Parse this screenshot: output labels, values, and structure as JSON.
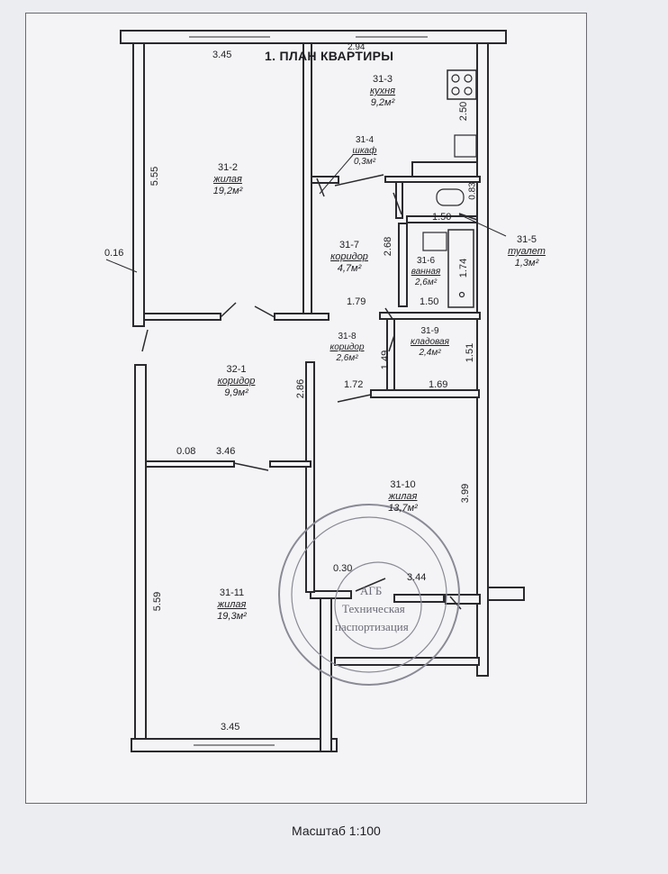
{
  "title": "1. ПЛАН КВАРТИРЫ",
  "scale": "Масштаб 1:100",
  "rooms": [
    {
      "id": "31-2",
      "type": "жилая",
      "area": "19,2м²"
    },
    {
      "id": "31-3",
      "type": "кухня",
      "area": "9,2м²"
    },
    {
      "id": "31-4",
      "type": "шкаф",
      "area": "0,3м²"
    },
    {
      "id": "31-5",
      "type": "туалет",
      "area": "1,3м²"
    },
    {
      "id": "31-6",
      "type": "ванная",
      "area": "2,6м²"
    },
    {
      "id": "31-7",
      "type": "коридор",
      "area": "4,7м²"
    },
    {
      "id": "31-8",
      "type": "коридор",
      "area": "2,6м²"
    },
    {
      "id": "31-9",
      "type": "кладовая",
      "area": "2,4м²"
    },
    {
      "id": "32-1",
      "type": "коридор",
      "area": "9,9м²"
    },
    {
      "id": "31-10",
      "type": "жилая",
      "area": "13,7м²"
    },
    {
      "id": "31-11",
      "type": "жилая",
      "area": "19,3м²"
    }
  ],
  "dimensions": {
    "top_left_width": "3.45",
    "top_right": "2.94",
    "left_height_upper": "5.55",
    "wall_016": "0.16",
    "kitchen_height": "2.50",
    "wc_083": "0.83",
    "wc_width": "1.50",
    "corridor_height": "2.68",
    "bath_height": "1.74",
    "bath_width": "1.50",
    "corridor_width": "1.79",
    "closet_height_a": "1.49",
    "closet_height_b": "1.51",
    "corridor_286": "2.86",
    "corridor_172": "1.72",
    "closet_width": "1.69",
    "wall_008": "0.08",
    "mid_width": "3.46",
    "room10_height": "3.99",
    "wall_030": "0.30",
    "room10_width": "3.44",
    "left_height_lower": "5.59",
    "bottom_width": "3.45"
  },
  "stamp": {
    "line1": "АГБ",
    "line2": "Техническая",
    "line3": "паспортизация"
  }
}
